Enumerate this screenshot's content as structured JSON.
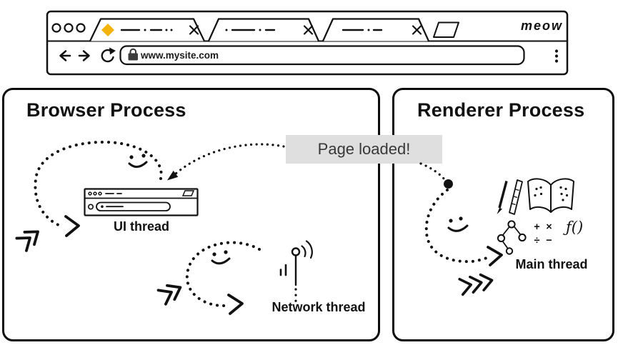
{
  "colors": {
    "favicon": "#F4B30A",
    "message_bg": "#DFDFDF",
    "ink": "#111111"
  },
  "browser_chrome": {
    "url": "www.mysite.com",
    "logo": "meow"
  },
  "message": {
    "text": "Page loaded!"
  },
  "browser_process": {
    "title": "Browser Process",
    "threads": {
      "ui": "UI thread",
      "network": "Network thread"
    }
  },
  "renderer_process": {
    "title": "Renderer Process",
    "threads": {
      "main": "Main thread"
    },
    "icons": {
      "function_label": "ƒ()",
      "math": [
        "+",
        "×",
        "÷",
        "−"
      ]
    }
  }
}
